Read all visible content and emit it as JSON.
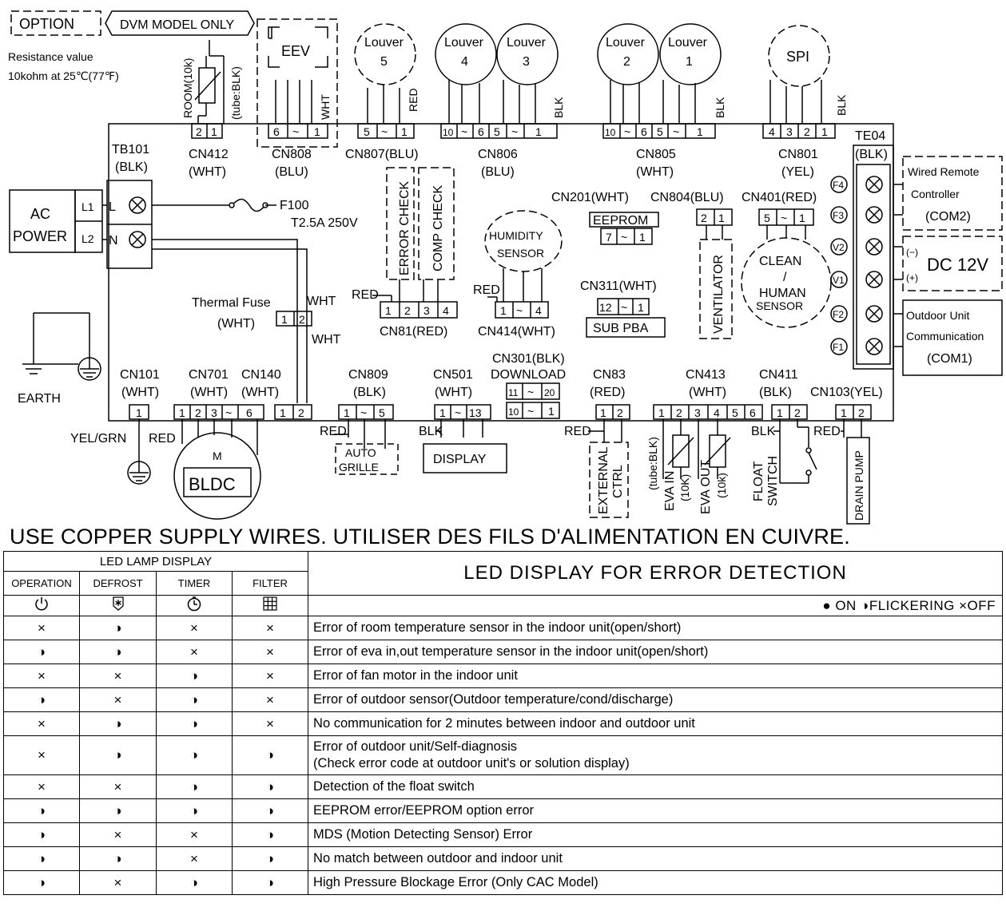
{
  "diagram": {
    "option_label": "OPTION",
    "dvm_label": "DVM MODEL ONLY",
    "resistance_1": "Resistance value",
    "resistance_2": "10kohm at 25℃(77℉)",
    "room_label": "ROOM(10k)",
    "tube_label": "(tube:BLK)",
    "eev": "EEV",
    "wht": "WHT",
    "red": "RED",
    "blk": "BLK",
    "louver": "Louver",
    "louver5": "5",
    "louver4": "4",
    "louver3": "3",
    "louver2": "2",
    "louver1": "1",
    "spi": "SPI",
    "cn412_pins": [
      "2",
      "1"
    ],
    "cn808_pins": [
      "6",
      "~",
      "1"
    ],
    "cn807_pins": [
      "5",
      "~",
      "1"
    ],
    "cn806_pins": [
      "10",
      "~",
      "6",
      "5",
      "~",
      "1"
    ],
    "cn805_pins": [
      "10",
      "~",
      "6",
      "5",
      "~",
      "1"
    ],
    "cn801_pins": [
      "4",
      "3",
      "2",
      "1"
    ],
    "tb101": "TB101",
    "blk_paren": "(BLK)",
    "cn412": "CN412",
    "wht_paren": "(WHT)",
    "cn808": "CN808",
    "blu_paren": "(BLU)",
    "cn807": "CN807(BLU)",
    "cn806": "CN806",
    "cn805": "CN805",
    "cn801": "CN801",
    "yel_paren": "(YEL)",
    "te04": "TE04",
    "error_check": "ERROR CHECK",
    "comp_check": "COMP CHECK",
    "cn201": "CN201(WHT)",
    "cn804": "CN804(BLU)",
    "cn401": "CN401(RED)",
    "eeprom": "EEPROM",
    "eeprom_pins": [
      "7",
      "~",
      "1"
    ],
    "cn804_pins": [
      "2",
      "1"
    ],
    "cn401_pins": [
      "5",
      "~",
      "1"
    ],
    "ac": "AC",
    "power": "POWER",
    "l1": "L1",
    "l2": "L2",
    "l": "L",
    "n": "N",
    "f100": "F100",
    "fuse_rating": "T2.5A 250V",
    "humidity": "HUMIDITY",
    "sensor": "SENSOR",
    "ventilator": "VENTILATOR",
    "clean": "CLEAN",
    "slash": "/",
    "human": "HUMAN",
    "thermal_fuse": "Thermal Fuse",
    "tf_pins": [
      "1",
      "2"
    ],
    "cn81_pins": [
      "1",
      "2",
      "3",
      "4"
    ],
    "cn81": "CN81(RED)",
    "cn414_pins": [
      "1",
      "~",
      "4"
    ],
    "cn414": "CN414(WHT)",
    "cn311": "CN311(WHT)",
    "cn311_pins": [
      "12",
      "~",
      "1"
    ],
    "sub_pba": "SUB PBA",
    "earth": "EARTH",
    "cn101": "CN101",
    "cn701": "CN701",
    "cn140": "CN140",
    "cn809": "CN809",
    "cn501": "CN501",
    "cn301": "CN301(BLK)",
    "download": "DOWNLOAD",
    "cn83": "CN83",
    "red_paren": "(RED)",
    "cn413": "CN413",
    "cn411": "CN411",
    "cn103": "CN103(YEL)",
    "cn101_pins": [
      "1"
    ],
    "cn701_pins": [
      "1",
      "2",
      "3",
      "~",
      "6"
    ],
    "cn140_pins": [
      "1",
      "2"
    ],
    "cn809_pins": [
      "1",
      "~",
      "5"
    ],
    "cn501_pins": [
      "1",
      "~",
      "13"
    ],
    "cn301_top": [
      "11",
      "~",
      "20"
    ],
    "cn301_bot": [
      "10",
      "~",
      "1"
    ],
    "cn83_pins": [
      "1",
      "2"
    ],
    "cn413_pins": [
      "1",
      "2",
      "3",
      "4",
      "5",
      "6"
    ],
    "cn411_pins": [
      "1",
      "2"
    ],
    "cn103_pins": [
      "1",
      "2"
    ],
    "yel_grn": "YEL/GRN",
    "m": "M",
    "bldc": "BLDC",
    "auto": "AUTO",
    "grille": "GRILLE",
    "display": "DISPLAY",
    "external": "EXTERNAL",
    "ctrl": "CTRL",
    "tube_blk": "(tube:BLK)",
    "eva_in": "EVA IN",
    "ten_k_u": "(10K)",
    "eva_out": "EVA OUT",
    "ten_k_l": "(10k)",
    "float": "FLOAT",
    "switch": "SWITCH",
    "drain_pump": "DRAIN PUMP",
    "terminals": [
      "F4",
      "F3",
      "V2",
      "V1",
      "F2",
      "F1"
    ],
    "wired_remote": "Wired Remote",
    "controller": "Controller",
    "com2": "(COM2)",
    "minus": "(−)",
    "plus": "(+)",
    "dc12v": "DC 12V",
    "outdoor_unit": "Outdoor Unit",
    "communication": "Communication",
    "com1": "(COM1)"
  },
  "notice": "USE COPPER SUPPLY WIRES. UTILISER DES FILS D'ALIMENTATION EN CUIVRE.",
  "led_table": {
    "group_header": "LED LAMP DISPLAY",
    "columns": [
      "OPERATION",
      "DEFROST",
      "TIMER",
      "FILTER"
    ],
    "icons": [
      "power-icon",
      "defrost-icon",
      "timer-icon",
      "filter-icon"
    ],
    "title": "LED DISPLAY FOR ERROR DETECTION",
    "legend": "● ON ◑FLICKERING ×OFF",
    "rows": [
      {
        "leds": [
          "×",
          "◑",
          "×",
          "×"
        ],
        "desc": "Error of room temperature sensor in the indoor unit(open/short)"
      },
      {
        "leds": [
          "◑",
          "◑",
          "×",
          "×"
        ],
        "desc": "Error of eva in,out temperature sensor in the indoor unit(open/short)"
      },
      {
        "leds": [
          "×",
          "×",
          "◑",
          "×"
        ],
        "desc": "Error of fan motor in the indoor unit"
      },
      {
        "leds": [
          "◑",
          "×",
          "◑",
          "×"
        ],
        "desc": "Error of outdoor sensor(Outdoor temperature/cond/discharge)"
      },
      {
        "leds": [
          "×",
          "◑",
          "◑",
          "×"
        ],
        "desc": "No communication for 2 minutes between indoor and outdoor unit"
      },
      {
        "leds": [
          "×",
          "◑",
          "◑",
          "◑"
        ],
        "desc": "Error of outdoor unit/Self-diagnosis\n(Check error code at outdoor unit's or solution display)"
      },
      {
        "leds": [
          "×",
          "×",
          "◑",
          "◑"
        ],
        "desc": "Detection of the float switch"
      },
      {
        "leds": [
          "◑",
          "◑",
          "◑",
          "◑"
        ],
        "desc": "EEPROM error/EEPROM option error"
      },
      {
        "leds": [
          "◑",
          "×",
          "×",
          "◑"
        ],
        "desc": "MDS (Motion Detecting Sensor) Error"
      },
      {
        "leds": [
          "◑",
          "◑",
          "×",
          "◑"
        ],
        "desc": "No match between outdoor and indoor unit"
      },
      {
        "leds": [
          "◑",
          "×",
          "◑",
          "◑"
        ],
        "desc": "High Pressure Blockage Error (Only CAC Model)"
      }
    ]
  }
}
